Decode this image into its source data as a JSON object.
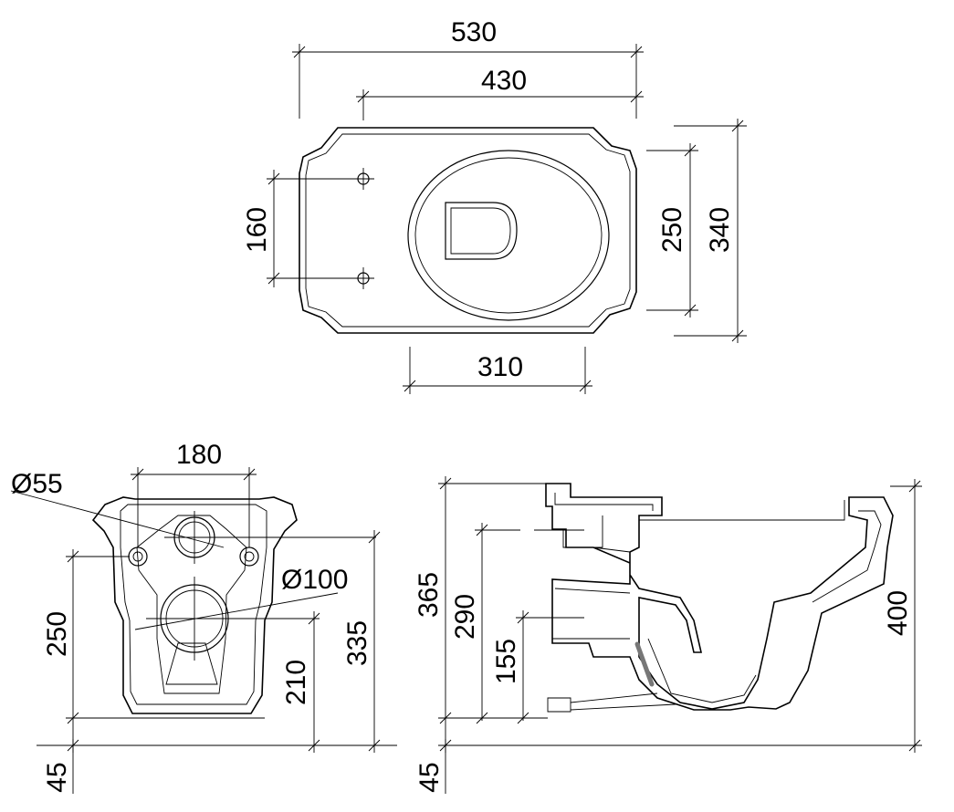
{
  "top_view": {
    "dim_overall_length": "530",
    "dim_length_430": "430",
    "dim_hole_spacing": "160",
    "dim_bowl_width": "250",
    "dim_overall_width": "340",
    "dim_310": "310"
  },
  "rear_view": {
    "dim_bolt_spacing": "180",
    "dim_inlet_diameter": "Ø55",
    "dim_outlet_diameter": "Ø100",
    "dim_bolt_height": "250",
    "dim_outlet_height": "210",
    "dim_inlet_height": "335",
    "dim_floor": "45"
  },
  "side_view": {
    "dim_overall_height": "365",
    "dim_290": "290",
    "dim_155": "155",
    "dim_400": "400",
    "dim_floor": "45"
  },
  "colors": {
    "line": "#000000",
    "background": "#ffffff",
    "flush_pipe": "#777777"
  }
}
